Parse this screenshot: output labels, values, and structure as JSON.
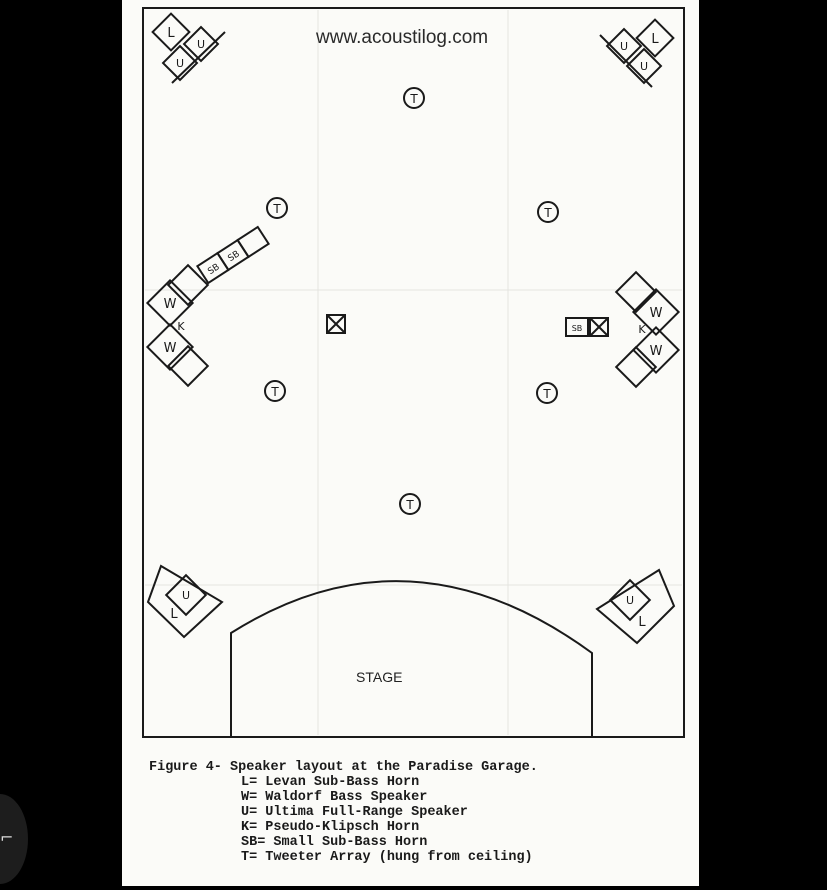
{
  "watermark": "www.acoustilog.com",
  "stage_label": "STAGE",
  "caption": {
    "title": "Figure 4- Speaker layout at the Paradise Garage.",
    "legend": [
      "L= Levan Sub-Bass Horn",
      "W= Waldorf Bass Speaker",
      "U= Ultima Full-Range Speaker",
      "K= Pseudo-Klipsch Horn",
      "SB= Small Sub-Bass Horn",
      "T= Tweeter Array (hung from ceiling)"
    ]
  },
  "markers": {
    "tweeter": "T",
    "levan": "L",
    "waldorf": "W",
    "ultima": "U",
    "klipsch": "K",
    "sub_bass": "SB"
  },
  "corner_button_icon": "⌐",
  "colors": {
    "ink": "#1a1a1a",
    "paper": "#fbfbf8",
    "background": "#000000"
  }
}
